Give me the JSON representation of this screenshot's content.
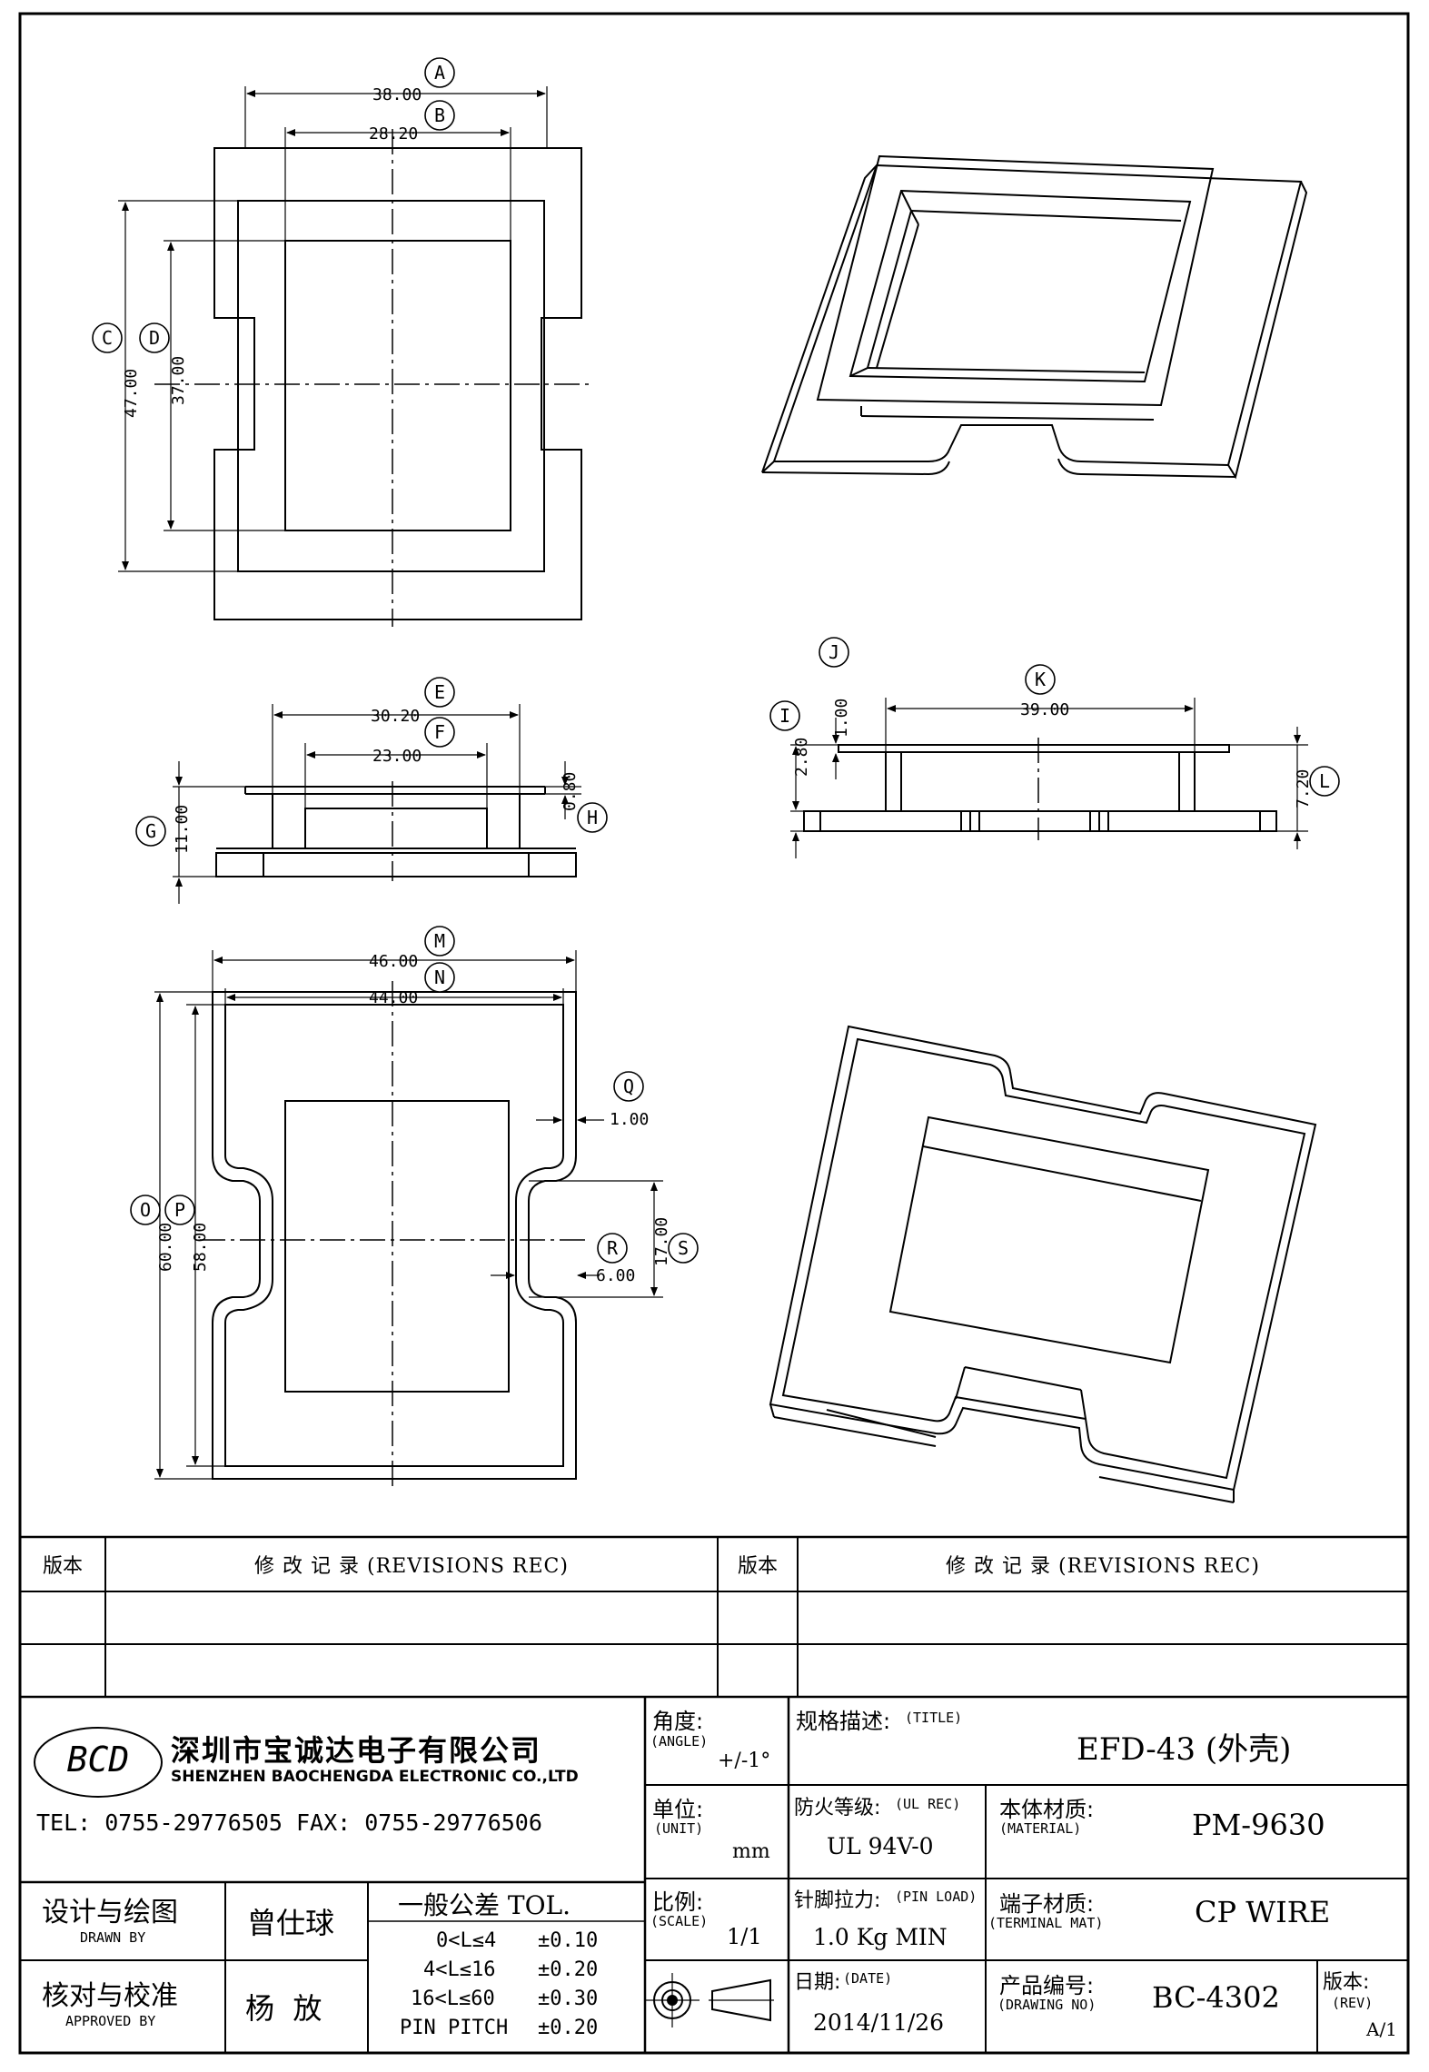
{
  "dimensions": {
    "A": "38.00",
    "B": "28.20",
    "C": "47.00",
    "D": "37.00",
    "E": "30.20",
    "F": "23.00",
    "G": "11.00",
    "H": "0.80",
    "I": "2.80",
    "J": "1.00",
    "K": "39.00",
    "L": "7.20",
    "M": "46.00",
    "N": "44.00",
    "O": "60.00",
    "P": "58.00",
    "Q": "1.00",
    "R": "6.00",
    "S": "17.00"
  },
  "labels": [
    "A",
    "B",
    "C",
    "D",
    "E",
    "F",
    "G",
    "H",
    "I",
    "J",
    "K",
    "L",
    "M",
    "N",
    "O",
    "P",
    "Q",
    "R",
    "S"
  ],
  "revisions": {
    "ver_header": "版本",
    "rec_header": "修 改 记 录  (REVISIONS REC)"
  },
  "company": {
    "logo_text": "BCD",
    "name_cn": "深圳市宝诚达电子有限公司",
    "name_en": "SHENZHEN BAOCHENGDA ELECTRONIC CO.,LTD",
    "contact": "TEL: 0755-29776505  FAX: 0755-29776506"
  },
  "title_block": {
    "angle_label": "角度:",
    "angle_sub": "(ANGLE)",
    "angle_value": "+/-1°",
    "unit_label": "单位:",
    "unit_sub": "(UNIT)",
    "unit_value": "mm",
    "scale_label": "比例:",
    "scale_sub": "(SCALE)",
    "scale_value": "1/1",
    "title_label": "规格描述:",
    "title_sub": "(TITLE)",
    "title_value": "EFD-43 (外壳)",
    "ul_label": "防火等级:",
    "ul_sub": "(UL REC)",
    "ul_value": "UL 94V-0",
    "material_label": "本体材质:",
    "material_sub": "(MATERIAL)",
    "material_value": "PM-9630",
    "pin_label": "针脚拉力:",
    "pin_sub": "(PIN LOAD)",
    "pin_value": "1.0 Kg MIN",
    "terminal_label": "端子材质:",
    "terminal_sub": "(TERMINAL MAT)",
    "terminal_value": "CP WIRE",
    "date_label": "日期:",
    "date_sub": "(DATE)",
    "date_value": "2014/11/26",
    "drawing_label": "产品编号:",
    "drawing_sub": "(DRAWING NO)",
    "drawing_value": "BC-4302",
    "rev_label": "版本:",
    "rev_sub": "(REV)",
    "rev_value": "A/1",
    "drawn_label": "设计与绘图",
    "drawn_sub": "DRAWN BY",
    "drawn_value": "曾仕球",
    "approved_label": "核对与校准",
    "approved_sub": "APPROVED BY",
    "approved_value": "杨  放",
    "tol_title": "一般公差  TOL.",
    "tol_rows": [
      {
        "range": "0<L≤4",
        "value": "±0.10"
      },
      {
        "range": "4<L≤16",
        "value": "±0.20"
      },
      {
        "range": "16<L≤60",
        "value": "±0.30"
      },
      {
        "range": "PIN PITCH",
        "value": "±0.20"
      }
    ]
  }
}
